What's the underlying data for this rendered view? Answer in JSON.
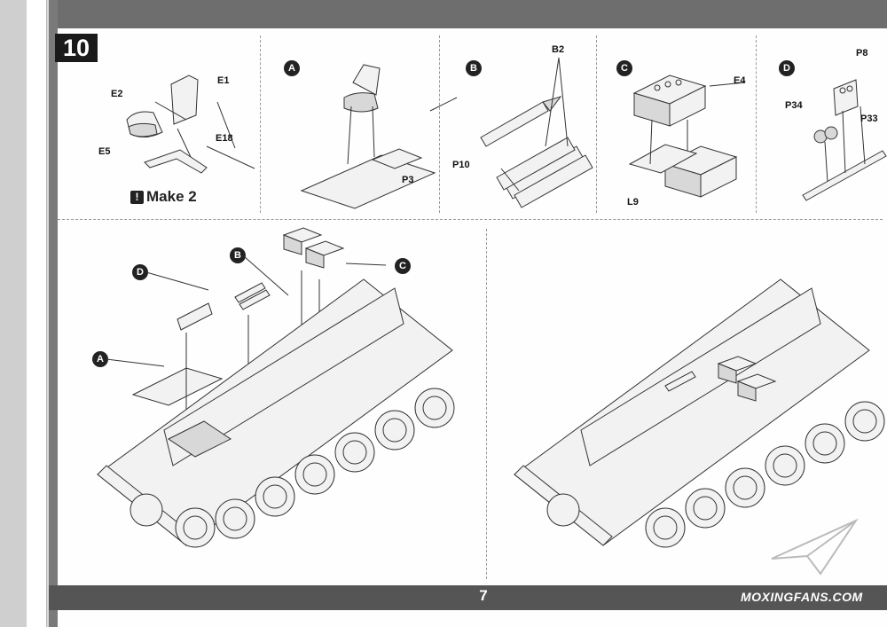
{
  "step": {
    "number": "10",
    "note": "Make 2"
  },
  "sub_steps": {
    "seat": {
      "labels": [
        "E1",
        "E2",
        "E5",
        "E18"
      ]
    },
    "A": {
      "marker": "A",
      "labels": [
        "P3"
      ]
    },
    "B": {
      "marker": "B",
      "labels": [
        "B2",
        "P10"
      ]
    },
    "C": {
      "marker": "C",
      "labels": [
        "E4",
        "L9"
      ]
    },
    "D": {
      "marker": "D",
      "labels": [
        "P8",
        "P34",
        "P33"
      ]
    }
  },
  "assembly_markers": [
    "D",
    "B",
    "C",
    "A"
  ],
  "footer": {
    "page_number": "7",
    "watermark": "MOXINGFANS.COM"
  }
}
